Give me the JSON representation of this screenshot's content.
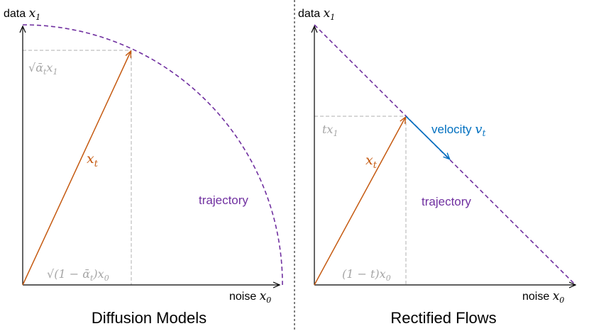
{
  "colors": {
    "axis": "#000000",
    "guide": "#bfbfbf",
    "vector": "#c55a11",
    "trajectory": "#7030a0",
    "velocity": "#0070c0",
    "divider": "#000000"
  },
  "left_panel": {
    "title": "Diffusion Models",
    "y_axis_label_text": "data ",
    "y_axis_var": "x",
    "y_axis_sub": "1",
    "x_axis_label_text": "noise ",
    "x_axis_var": "x",
    "x_axis_sub": "0",
    "y_projection_label": "√ᾱ",
    "y_projection_sub": "t",
    "y_projection_var": "x",
    "y_projection_var_sub": "1",
    "x_projection_label": "√(1 − ᾱ",
    "x_projection_sub": "t",
    "x_projection_close": ")x",
    "x_projection_var_sub": "0",
    "vector_label": "x",
    "vector_sub": "t",
    "trajectory_label": "trajectory"
  },
  "right_panel": {
    "title": "Rectified Flows",
    "y_axis_label_text": "data ",
    "y_axis_var": "x",
    "y_axis_sub": "1",
    "x_axis_label_text": "noise ",
    "x_axis_var": "x",
    "x_axis_sub": "0",
    "y_projection_label": "tx",
    "y_projection_sub": "1",
    "x_projection_label": "(1 − t)x",
    "x_projection_sub": "0",
    "vector_label": "x",
    "vector_sub": "t",
    "velocity_text": "velocity ",
    "velocity_var": "v",
    "velocity_sub": "t",
    "trajectory_label": "trajectory"
  }
}
